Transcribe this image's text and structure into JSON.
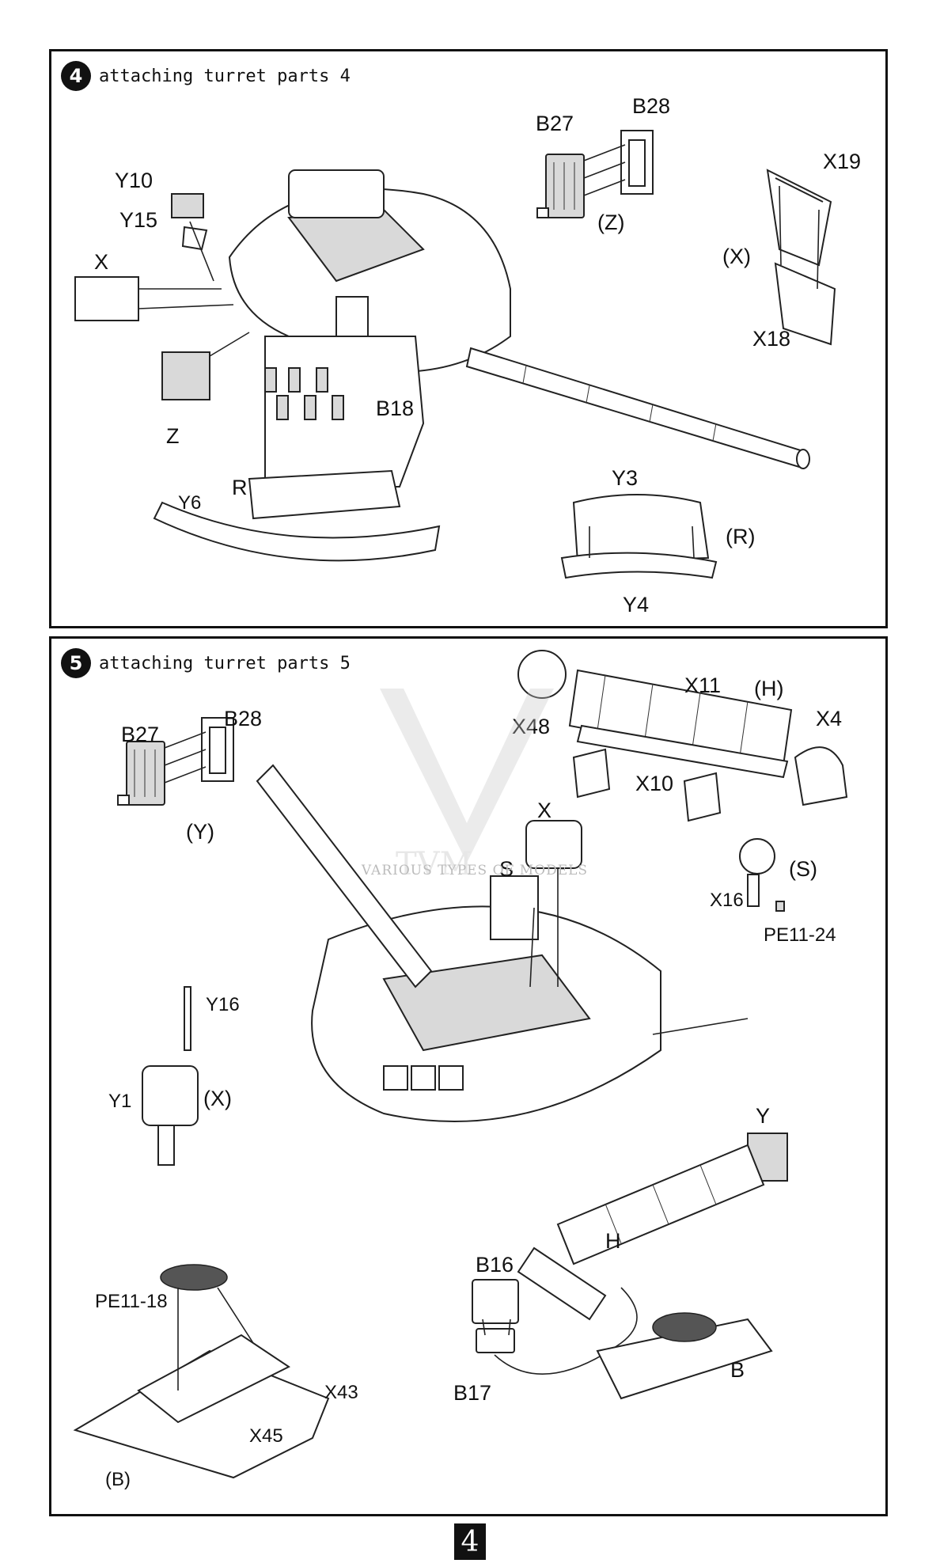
{
  "step4": {
    "number": "4",
    "title": "attaching turret parts 4",
    "labels": {
      "b27": "B27",
      "b28": "B28",
      "z_sub": "(Z)",
      "x19": "X19",
      "x_sub": "(X)",
      "x18": "X18",
      "y10": "Y10",
      "y15": "Y15",
      "x": "X",
      "z": "Z",
      "b18": "B18",
      "r": "R",
      "y6": "Y6",
      "y3": "Y3",
      "r_sub": "(R)",
      "y4": "Y4"
    }
  },
  "step5": {
    "number": "5",
    "title": "attaching turret parts 5",
    "labels": {
      "x11": "X11",
      "h_sub": "(H)",
      "x48": "X48",
      "x4": "X4",
      "x10": "X10",
      "b27": "B27",
      "b28": "B28",
      "y_sub": "(Y)",
      "x": "X",
      "s": "S",
      "s_sub": "(S)",
      "x16": "X16",
      "pe11_24": "PE11-24",
      "y16": "Y16",
      "y1": "Y1",
      "x_sub": "(X)",
      "y": "Y",
      "h": "H",
      "b16": "B16",
      "pe11_18": "PE11-18",
      "b17": "B17",
      "b": "B",
      "x43": "X43",
      "x45": "X45",
      "b_sub": "(B)"
    }
  },
  "watermark": {
    "letters": "TVM",
    "caption": "VARIOUS TYPES OF MODELS"
  },
  "page_number": "4"
}
